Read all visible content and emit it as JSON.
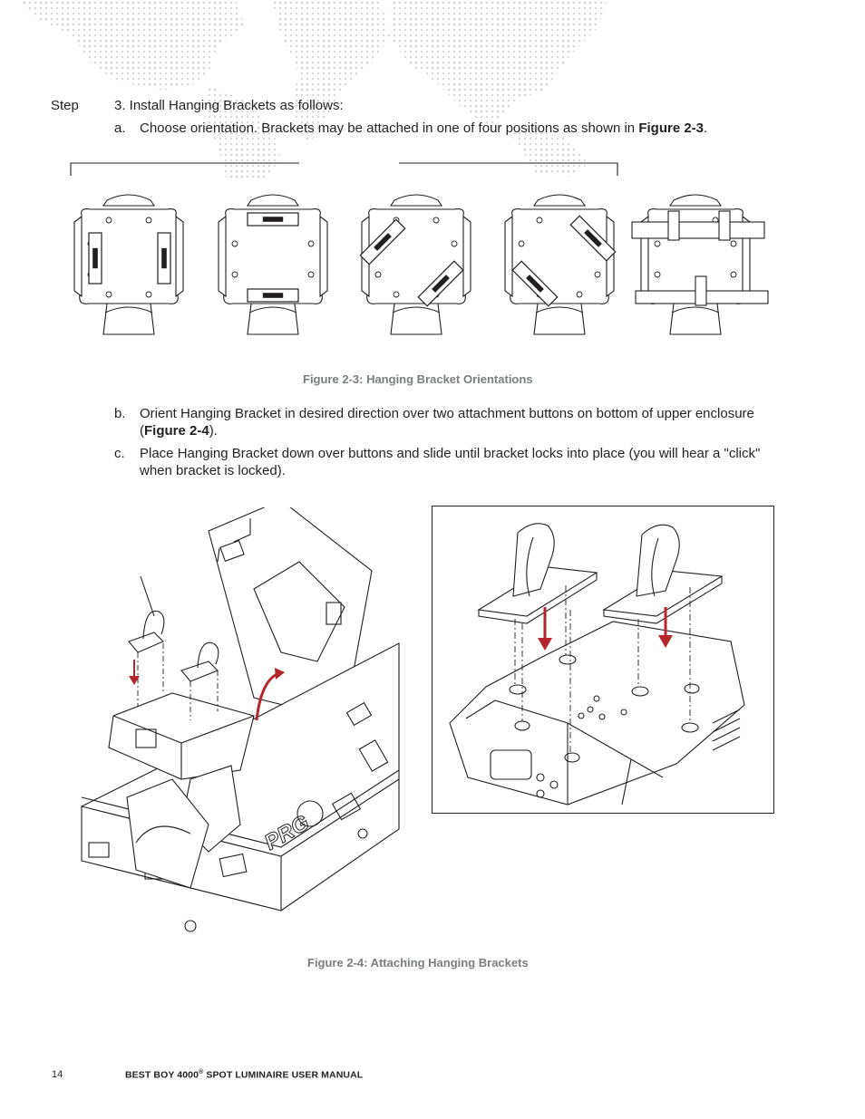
{
  "step": {
    "label": "Step",
    "number_text": "3.  Install Hanging Brackets as follows:"
  },
  "substeps": [
    {
      "letter": "a.",
      "text_before": "Choose orientation. Brackets may be attached in one of four positions as shown in ",
      "ref": "Figure 2-3",
      "text_after": "."
    },
    {
      "letter": "b.",
      "text_before": "Orient Hanging Bracket in desired direction over two attachment buttons on bottom of upper enclosure (",
      "ref": "Figure 2-4",
      "text_after": ")."
    },
    {
      "letter": "c.",
      "text_before": "Place Hanging Bracket down over buttons and slide until bracket locks into place (you will hear a \"click\" when bracket is locked).",
      "ref": "",
      "text_after": ""
    }
  ],
  "figures": {
    "fig23_caption": "Figure 2-3:  Hanging Bracket Orientations",
    "fig24_caption": "Figure 2-4:  Attaching Hanging Brackets"
  },
  "footer": {
    "page_number": "14",
    "title_prefix": "BEST BOY 4000",
    "title_sup": "®",
    "title_suffix": " SPOT LUMINAIRE USER MANUAL"
  },
  "colors": {
    "text": "#231f20",
    "caption": "#7b7d80",
    "arrow_red": "#b3262b",
    "map_dots": "#d9d9d9"
  },
  "icons": {
    "down_arrow": "red-down-arrow-icon",
    "rotate_arrow": "red-curved-arrow-icon"
  }
}
